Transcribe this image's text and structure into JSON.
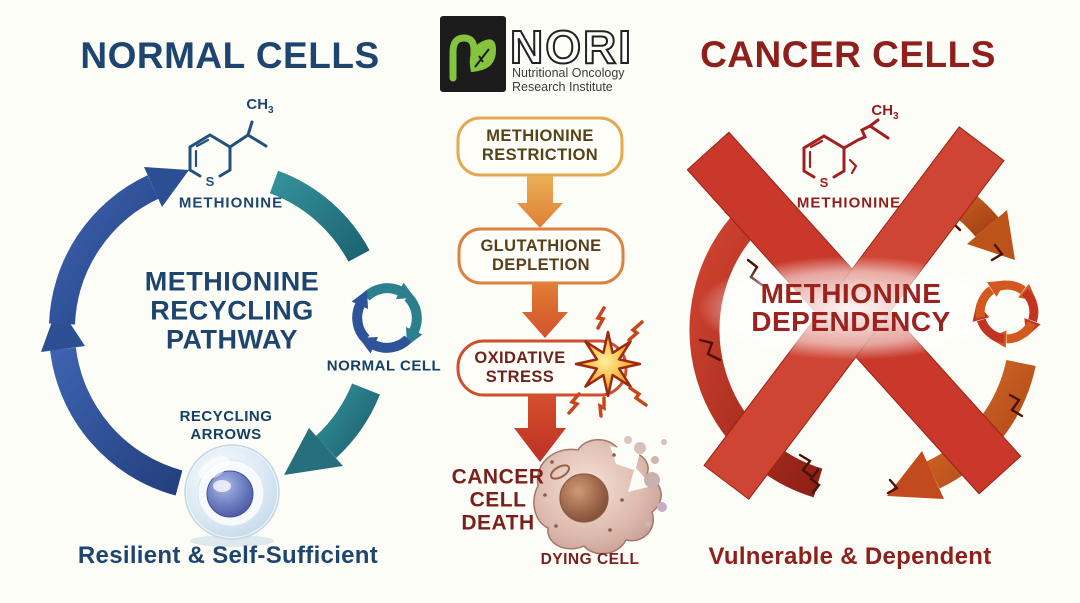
{
  "branding": {
    "logo_acronym": "NORI",
    "org_line1": "Nutritional Oncology",
    "org_line2": "Research Institute",
    "logo_green": "#86c440",
    "logo_black": "#1c1c1c"
  },
  "left_panel": {
    "title": "NORMAL CELLS",
    "molecule": {
      "label": "METHIONINE",
      "group_base": "CH",
      "group_sub": "3",
      "atom": "S"
    },
    "cycle_line1": "METHIONINE",
    "cycle_line2": "RECYCLING",
    "cycle_line3": "PATHWAY",
    "recycle_icon_label": "NORMAL CELL",
    "arrows_label_line1": "RECYCLING",
    "arrows_label_line2": "ARROWS",
    "tagline": "Resilient & Self-Sufficient",
    "accent_color": "#1e4470",
    "arrow_blue": "#2f5398",
    "arrow_teal": "#2c7f8e"
  },
  "center_panel": {
    "steps": [
      {
        "line1": "METHIONINE",
        "line2": "RESTRICTION",
        "border_color": "#e3a94f"
      },
      {
        "line1": "GLUTATHIONE",
        "line2": "DEPLETION",
        "border_color": "#dd8041"
      },
      {
        "line1": "OXIDATIVE",
        "line2": "STRESS",
        "border_color": "#cd4f2e"
      }
    ],
    "outcome_line1": "CANCER",
    "outcome_line2": "CELL",
    "outcome_line3": "DEATH",
    "dying_cell_label": "DYING CELL",
    "arrow_gradient_top": "#eab054",
    "arrow_gradient_bottom": "#bd2f25"
  },
  "right_panel": {
    "title": "CANCER CELLS",
    "molecule": {
      "label": "METHIONINE",
      "group_base": "CH",
      "group_sub": "3",
      "atom": "S"
    },
    "cycle_line1": "METHIONINE",
    "cycle_line2": "DEPENDENCY",
    "tagline": "Vulnerable & Dependent",
    "accent_color": "#8e1f1c",
    "cross_color": "#c9382a",
    "broken_arrow_orange": "#d2581f",
    "broken_arrow_red": "#c23322"
  }
}
